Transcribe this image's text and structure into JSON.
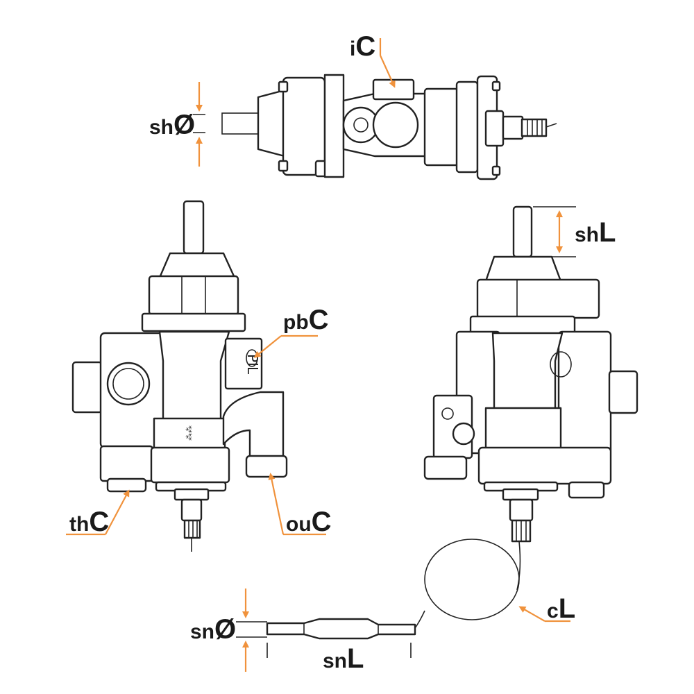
{
  "colors": {
    "accent": "#f0923c",
    "line": "#222222",
    "background": "#ffffff"
  },
  "labels": {
    "inlet_connection": {
      "prefix": "i",
      "suffix": "C"
    },
    "shaft_diameter": {
      "prefix": "sh",
      "suffix": "Ø"
    },
    "shaft_length": {
      "prefix": "sh",
      "suffix": "L"
    },
    "pilot_burner_connection": {
      "prefix": "pb",
      "suffix": "C"
    },
    "thermocouple_connection": {
      "prefix": "th",
      "suffix": "C"
    },
    "outlet_connection": {
      "prefix": "ou",
      "suffix": "C"
    },
    "capillary_length": {
      "prefix": "c",
      "suffix": "L"
    },
    "sensor_diameter": {
      "prefix": "sn",
      "suffix": "Ø"
    },
    "sensor_length": {
      "prefix": "sn",
      "suffix": "L"
    }
  },
  "body_marks": {
    "pilot_text": "PIL"
  }
}
